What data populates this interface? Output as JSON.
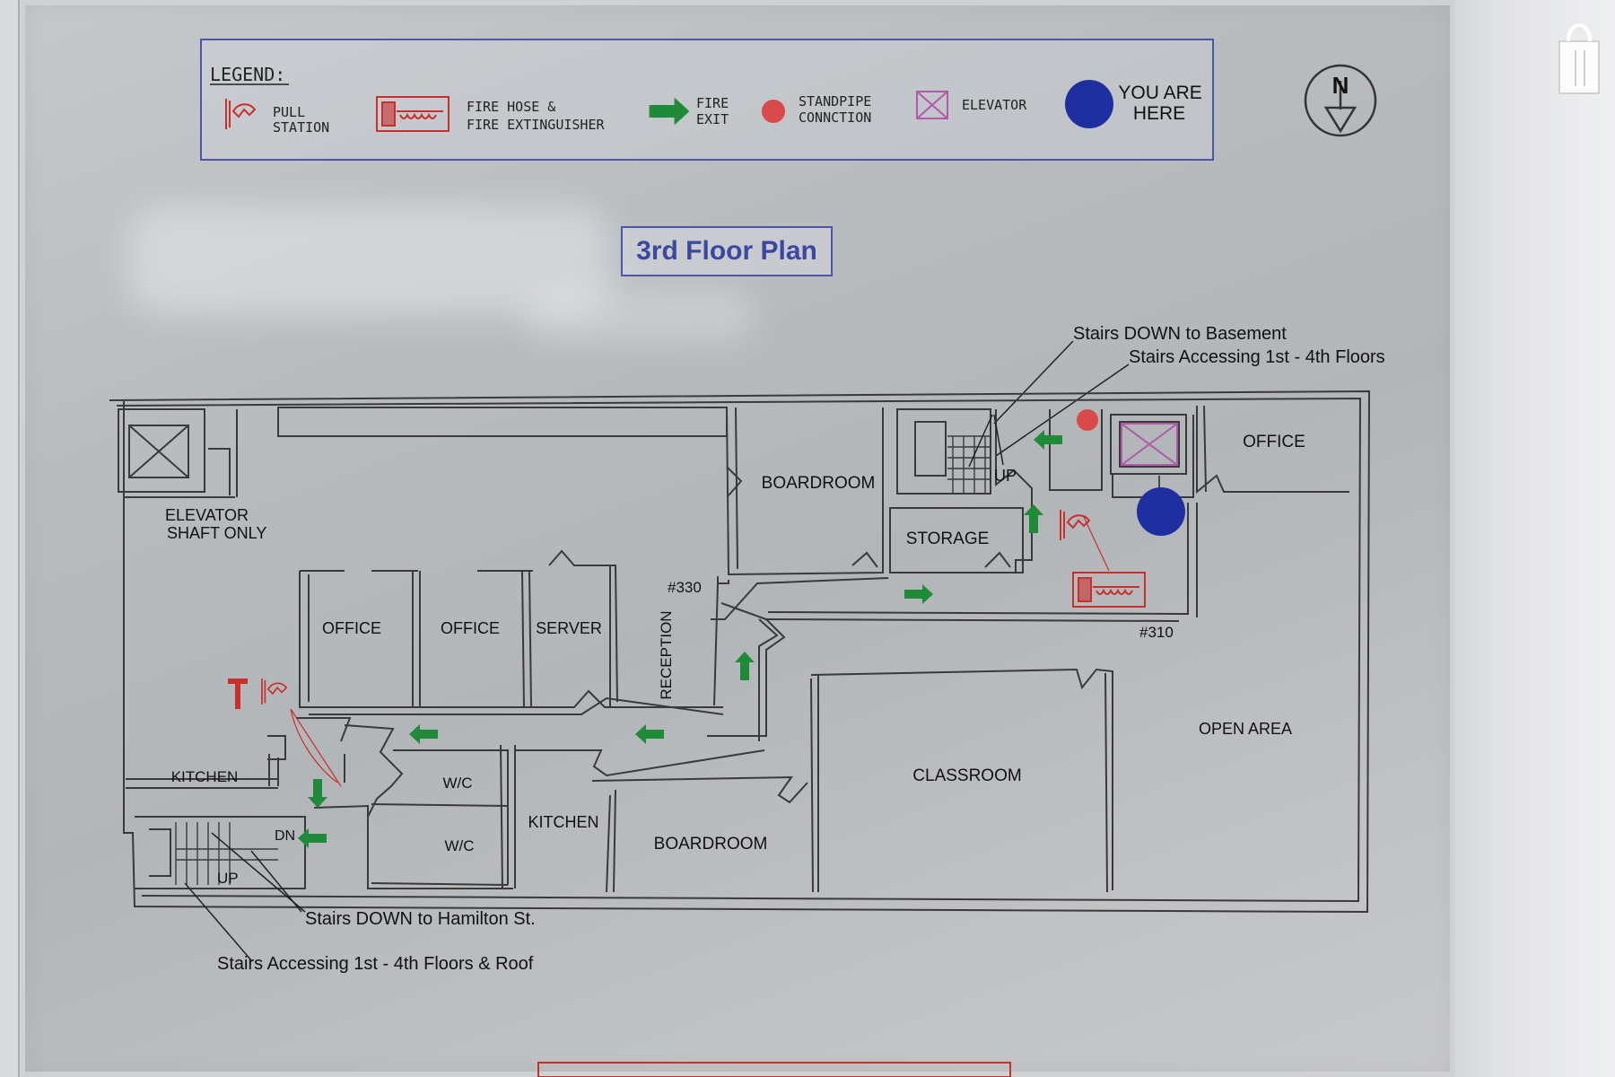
{
  "legend": {
    "title": "LEGEND:",
    "pull_station": "PULL\nSTATION",
    "fire_hose": "FIRE HOSE &\nFIRE EXTINGUISHER",
    "fire_exit": "FIRE\nEXIT",
    "standpipe": "STANDPIPE\nCONNCTION",
    "elevator": "ELEVATOR",
    "you_are_here": "YOU ARE\nHERE"
  },
  "compass": {
    "letter": "N"
  },
  "title": "3rd Floor Plan",
  "rooms": {
    "elevator_shaft": "ELEVATOR\nSHAFT ONLY",
    "boardroom_top": "BOARDROOM",
    "storage": "STORAGE",
    "office_ne": "OFFICE",
    "office_1": "OFFICE",
    "office_2": "OFFICE",
    "server": "SERVER",
    "reception": "RECEPTION",
    "kitchen_w": "KITCHEN",
    "wc_1": "W/C",
    "wc_2": "W/C",
    "kitchen_s": "KITCHEN",
    "boardroom_s": "BOARDROOM",
    "classroom": "CLASSROOM",
    "open_area": "OPEN AREA"
  },
  "numbers": {
    "n330": "#330",
    "n310": "#310"
  },
  "stairs": {
    "ne_down": "Stairs DOWN to Basement",
    "ne_access": "Stairs Accessing 1st - 4th Floors",
    "sw_down": "Stairs DOWN to Hamilton St.",
    "sw_access": "Stairs Accessing 1st - 4th Floors & Roof",
    "up": "UP",
    "dn": "DN"
  },
  "colors": {
    "wall": "#3a3a3a",
    "exit_arrow": "#1f8a3a",
    "fire_red": "#c8302e",
    "elevator_pink": "#b05aa8",
    "you_are_here": "#1f2fa0",
    "legend_border": "#4a56a8"
  }
}
